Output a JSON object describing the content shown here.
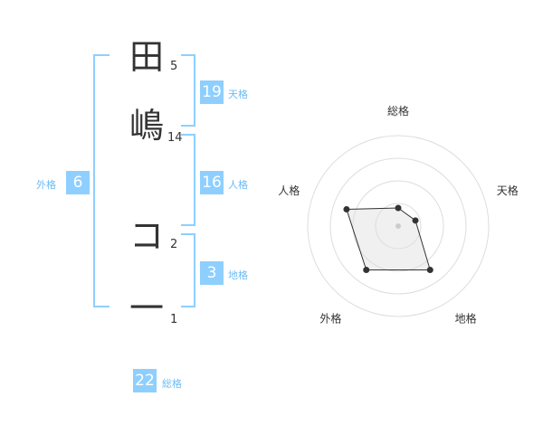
{
  "name": {
    "chars": [
      {
        "char": "田",
        "strokes": "5"
      },
      {
        "char": "嶋",
        "strokes": "14"
      },
      {
        "char": "コ",
        "strokes": "2"
      },
      {
        "char": "一",
        "strokes": "1"
      }
    ]
  },
  "fortune": {
    "tenkaku": {
      "value": "19",
      "label": "天格"
    },
    "jinkaku": {
      "value": "16",
      "label": "人格"
    },
    "chikaku": {
      "value": "3",
      "label": "地格"
    },
    "gaikaku": {
      "value": "6",
      "label": "外格"
    },
    "soukaku": {
      "value": "22",
      "label": "総格"
    }
  },
  "colors": {
    "accent": "#8ecfff",
    "label": "#6bbcf5",
    "text": "#333333"
  },
  "chart_data": {
    "type": "radar",
    "axes": [
      "総格",
      "天格",
      "地格",
      "外格",
      "人格"
    ],
    "values": [
      1,
      1,
      3,
      3,
      3
    ],
    "max": 5,
    "rings": 4
  }
}
